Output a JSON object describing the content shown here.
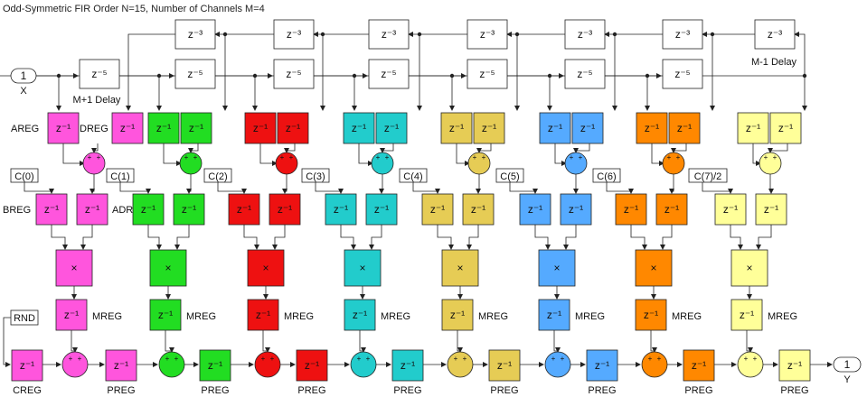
{
  "title": "Odd-Symmetric FIR Order N=15, Number of Channels M=4",
  "labels": {
    "areg": "AREG",
    "dreg": "DREG",
    "breg": "BREG",
    "adreg": "ADR",
    "mreg": "MREG",
    "creg": "CREG",
    "preg": "PREG",
    "m_plus_1_delay": "M+1 Delay",
    "m_minus_1_delay": "M-1 Delay",
    "rnd": "RND"
  },
  "ports": {
    "input": {
      "number": "1",
      "name": "X"
    },
    "output": {
      "number": "1",
      "name": "Y"
    }
  },
  "blocks": {
    "z1": "z⁻¹",
    "z3": "z⁻³",
    "z5": "z⁻⁵",
    "multiply": "×",
    "plus": "+"
  },
  "coefficients": [
    "C(0)",
    "C(1)",
    "C(2)",
    "C(3)",
    "C(4)",
    "C(5)",
    "C(6)",
    "C(7)/2"
  ],
  "colors": [
    "#ff55dd",
    "#22dd22",
    "#ee1111",
    "#22cccc",
    "#e6cc55",
    "#55aaff",
    "#ff8800",
    "#ffff99"
  ]
}
